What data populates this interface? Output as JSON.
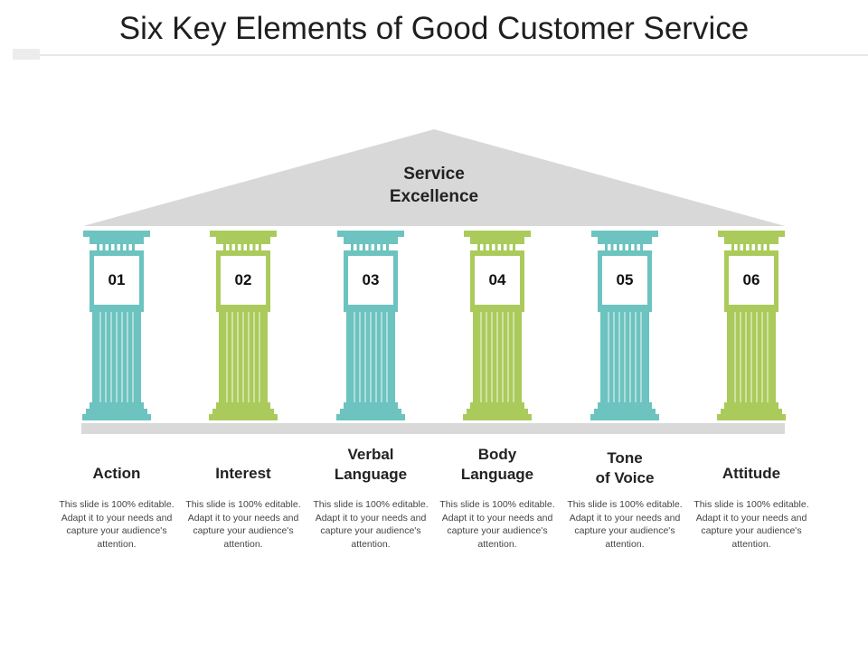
{
  "title": "Six Key Elements of Good Customer Service",
  "roof": {
    "line1": "Service",
    "line2": "Excellence"
  },
  "colors": {
    "teal": "#6cc3bf",
    "green": "#aacb5b",
    "roof": "#d8d8d8",
    "base": "#d9d9d9"
  },
  "pillars": [
    {
      "number": "01",
      "label1": "Action",
      "label2": "",
      "color": "teal",
      "desc": "This slide is 100% editable. Adapt it to your needs and capture your audience's attention."
    },
    {
      "number": "02",
      "label1": "Interest",
      "label2": "",
      "color": "green",
      "desc": "This slide is 100% editable. Adapt it to your needs and capture your audience's attention."
    },
    {
      "number": "03",
      "label1": "Verbal",
      "label2": "Language",
      "color": "teal",
      "desc": "This slide is 100% editable. Adapt it to your needs and capture your audience's attention."
    },
    {
      "number": "04",
      "label1": "Body",
      "label2": "Language",
      "color": "green",
      "desc": "This slide is 100% editable. Adapt it to your needs and capture your audience's attention."
    },
    {
      "number": "05",
      "label1": "Tone",
      "label2": "of Voice",
      "color": "teal",
      "desc": "This slide is 100% editable. Adapt it to your needs and capture your audience's attention."
    },
    {
      "number": "06",
      "label1": "Attitude",
      "label2": "",
      "color": "green",
      "desc": "This slide is 100% editable. Adapt it to your needs and capture your audience's attention."
    }
  ]
}
